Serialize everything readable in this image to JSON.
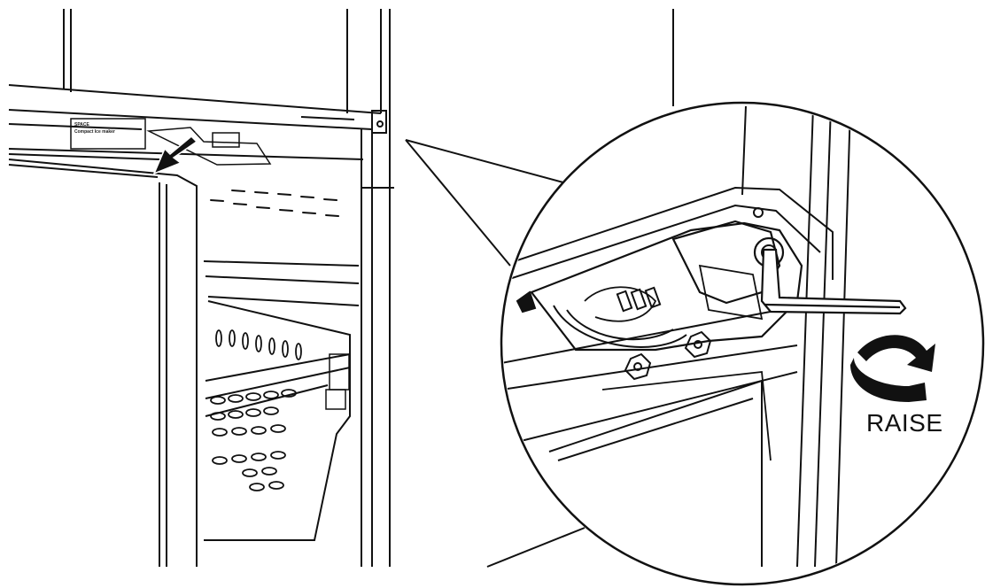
{
  "diagram": {
    "action_label": "RAISE",
    "panel_label_line1": "SPACE",
    "panel_label_line2": "Compact Ice maker",
    "colors": {
      "line": "#111111",
      "background": "#ffffff",
      "arrow_fill": "#111111"
    },
    "icons": [
      "arrow-down-left-icon",
      "rotate-clockwise-arrow-icon",
      "hex-wrench-icon"
    ]
  }
}
